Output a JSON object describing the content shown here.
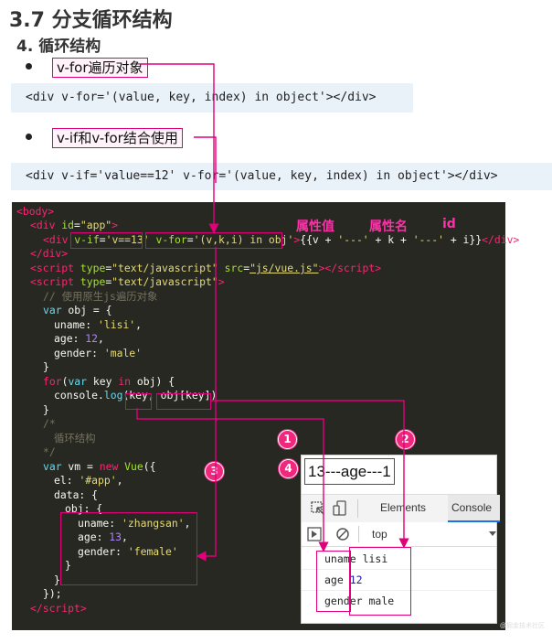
{
  "heading": "3.7 分支循环结构",
  "subheading": "4. 循环结构",
  "bullets": [
    {
      "label": "v-for遍历对象",
      "code": "<div v-for='(value, key, index) in object'></div>"
    },
    {
      "label": "v-if和v-for结合使用",
      "code": "<div v-if='value==12' v-for='(value, key, index) in object'></div>"
    }
  ],
  "annotations": {
    "attr_value": "属性值",
    "attr_name": "属性名",
    "id": "id"
  },
  "badges": [
    "1",
    "2",
    "3",
    "4"
  ],
  "output_line": "13---age---1",
  "devtools": {
    "tabs": [
      "Elements",
      "Console"
    ],
    "active_tab": "Console",
    "context": "top",
    "logs": [
      {
        "key": "uname",
        "value": "lisi"
      },
      {
        "key": "age",
        "value": "12"
      },
      {
        "key": "gender",
        "value": "male"
      }
    ]
  },
  "watermark": "@掘金技术社区",
  "colors": {
    "accent": "#e0007a",
    "editor_bg": "#272822",
    "code_bar_bg": "#e9f1f9"
  }
}
